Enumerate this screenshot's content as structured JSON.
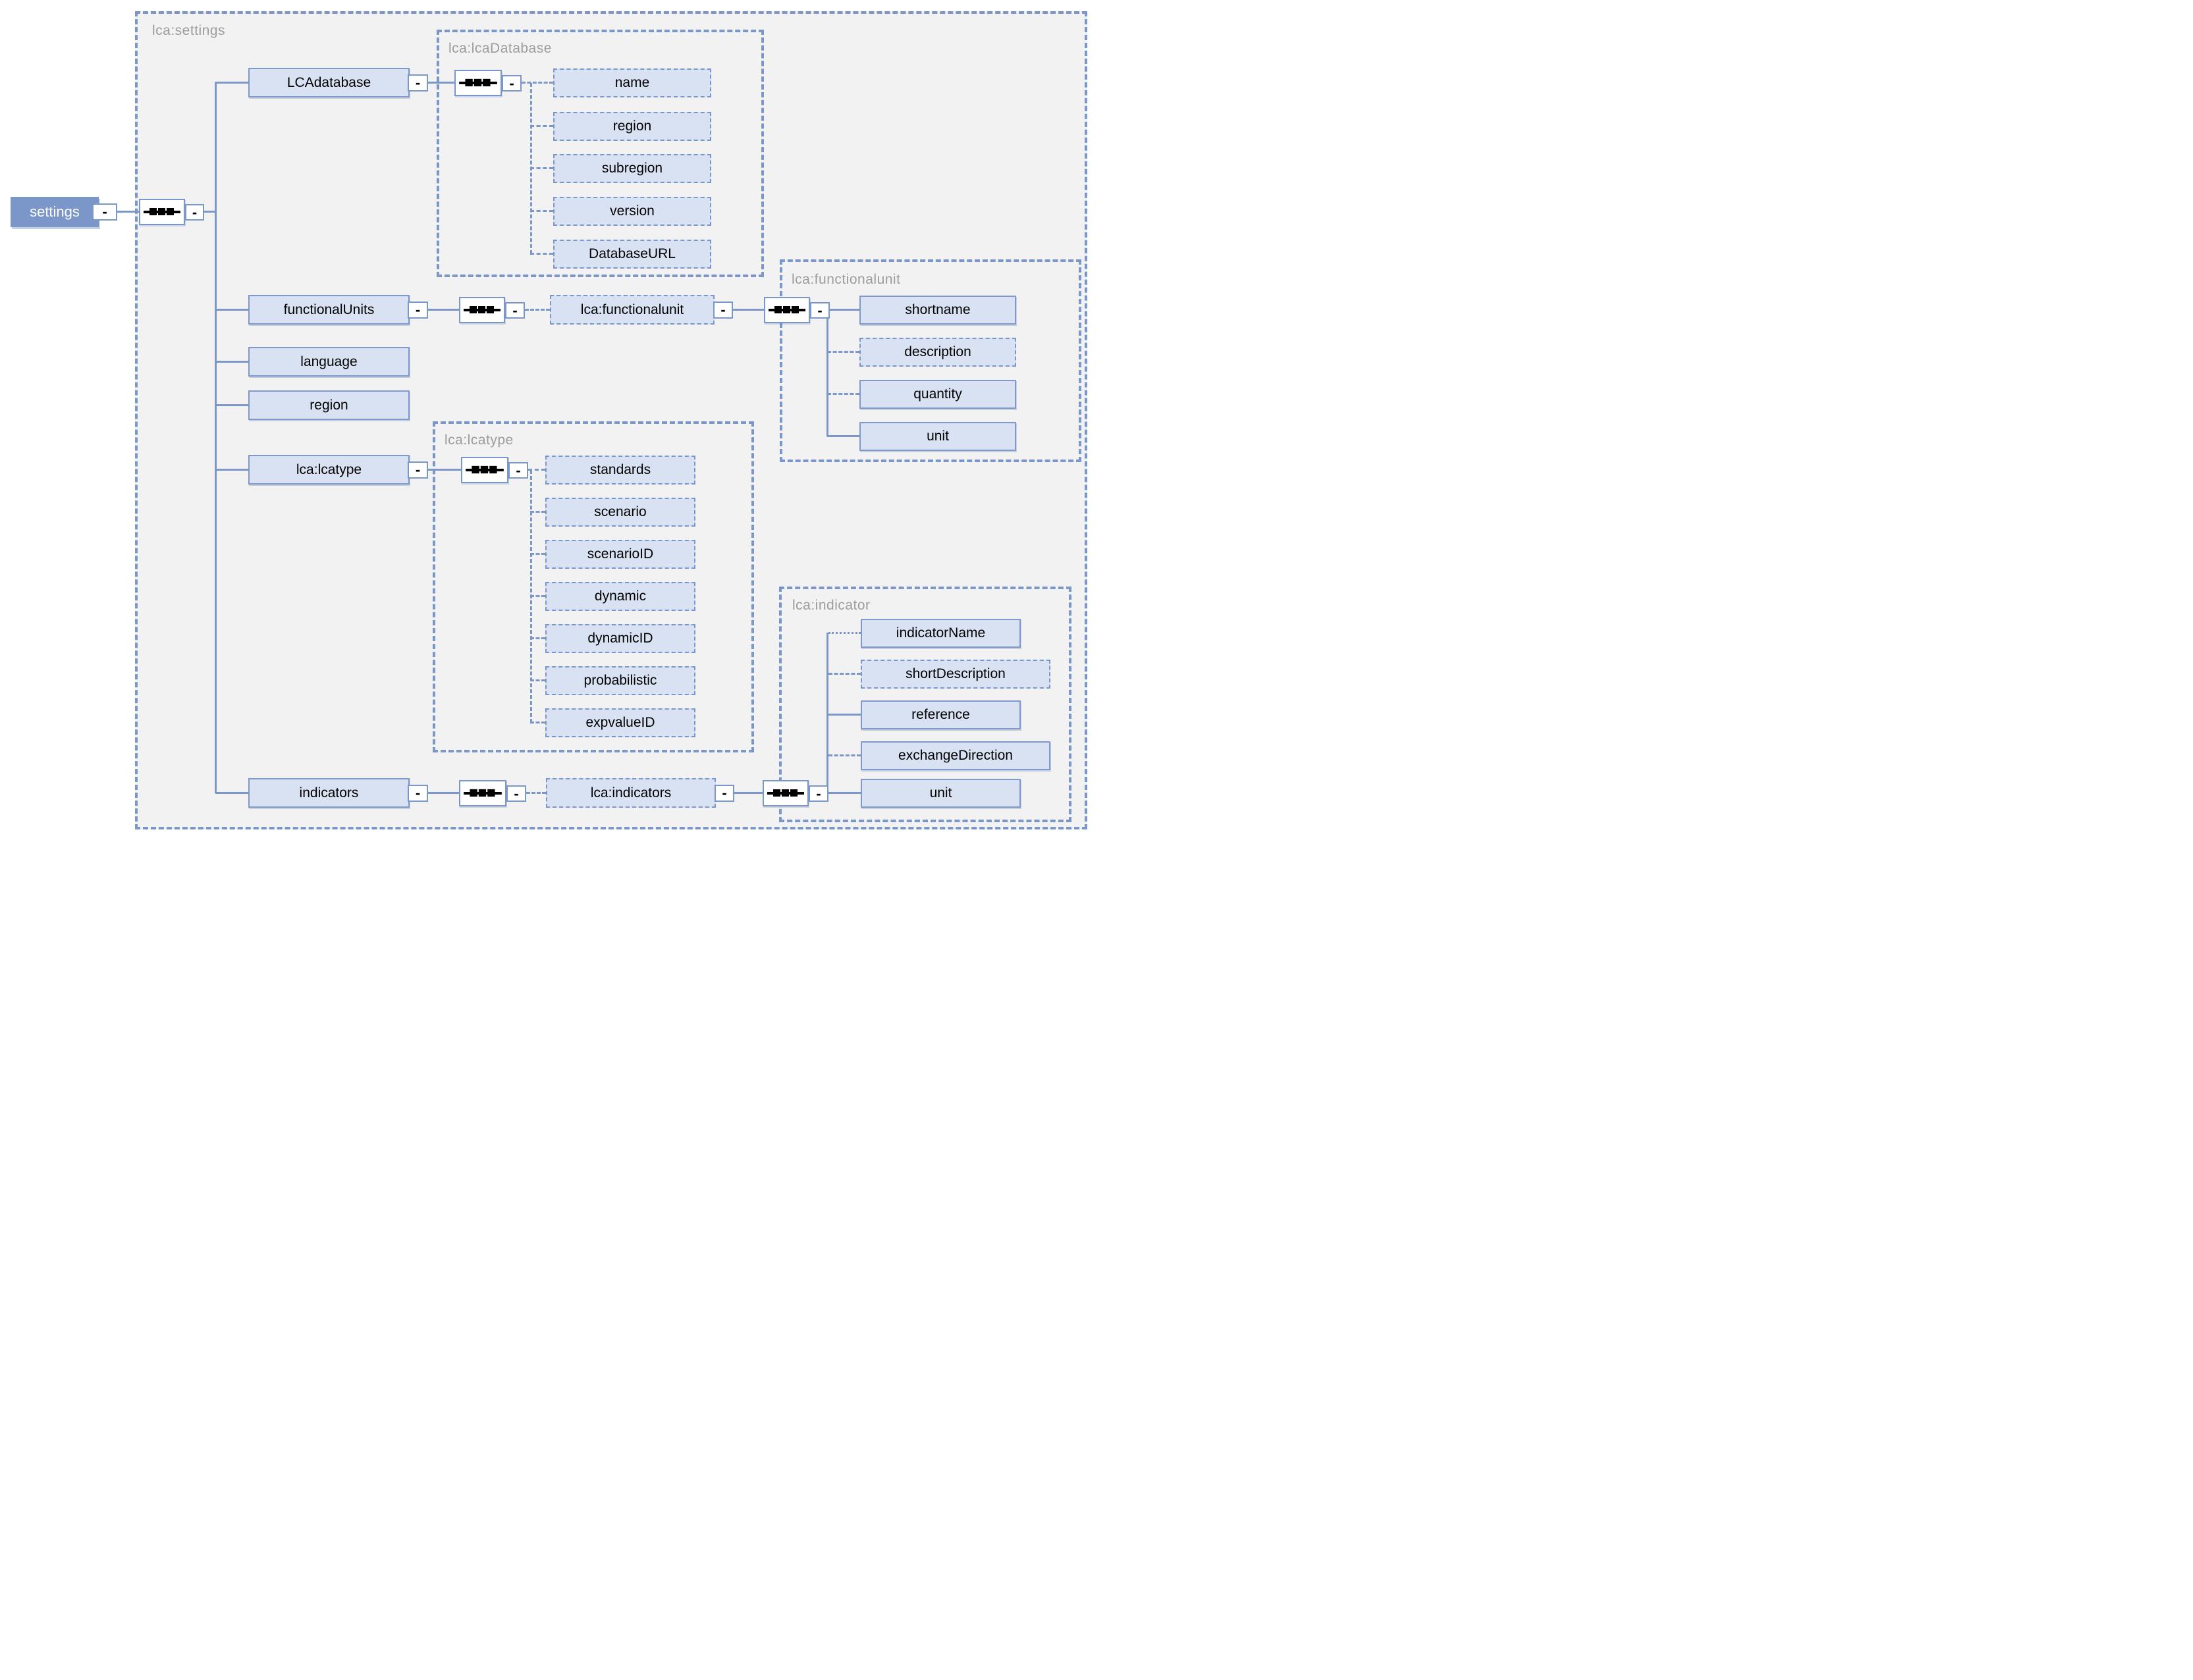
{
  "ui": {
    "collapse_glyph": "-"
  },
  "colors": {
    "accent_blue": "#7b96c9",
    "node_fill": "#d9e2f3",
    "root_fill": "#7b96c9",
    "container_bg": "#f2f2f2",
    "container_label": "#9c9c9c"
  },
  "root": {
    "label": "settings"
  },
  "containers": {
    "settings": {
      "label": "lca:settings"
    },
    "lca_database": {
      "label": "lca:lcaDatabase"
    },
    "functionalunit": {
      "label": "lca:functionalunit"
    },
    "lcatype": {
      "label": "lca:lcatype"
    },
    "indicator": {
      "label": "lca:indicator"
    }
  },
  "nodes": {
    "lcadatabase": {
      "label": "LCAdatabase"
    },
    "functional_units": {
      "label": "functionalUnits"
    },
    "language": {
      "label": "language"
    },
    "region": {
      "label": "region"
    },
    "lcatype_ref": {
      "label": "lca:lcatype"
    },
    "indicators": {
      "label": "indicators"
    },
    "db_name": {
      "label": "name"
    },
    "db_region": {
      "label": "region"
    },
    "db_subregion": {
      "label": "subregion"
    },
    "db_version": {
      "label": "version"
    },
    "db_databaseurl": {
      "label": "DatabaseURL"
    },
    "fu_ref": {
      "label": "lca:functionalunit"
    },
    "fu_shortname": {
      "label": "shortname"
    },
    "fu_description": {
      "label": "description"
    },
    "fu_quantity": {
      "label": "quantity"
    },
    "fu_unit": {
      "label": "unit"
    },
    "lt_standards": {
      "label": "standards"
    },
    "lt_scenario": {
      "label": "scenario"
    },
    "lt_scenarioid": {
      "label": "scenarioID"
    },
    "lt_dynamic": {
      "label": "dynamic"
    },
    "lt_dynamicid": {
      "label": "dynamicID"
    },
    "lt_probabilistic": {
      "label": "probabilistic"
    },
    "lt_expvalueid": {
      "label": "expvalueID"
    },
    "ind_ref": {
      "label": "lca:indicators"
    },
    "ind_indicatorname": {
      "label": "indicatorName"
    },
    "ind_shortdescription": {
      "label": "shortDescription"
    },
    "ind_reference": {
      "label": "reference"
    },
    "ind_exchangedirection": {
      "label": "exchangeDirection"
    },
    "ind_unit": {
      "label": "unit"
    }
  }
}
